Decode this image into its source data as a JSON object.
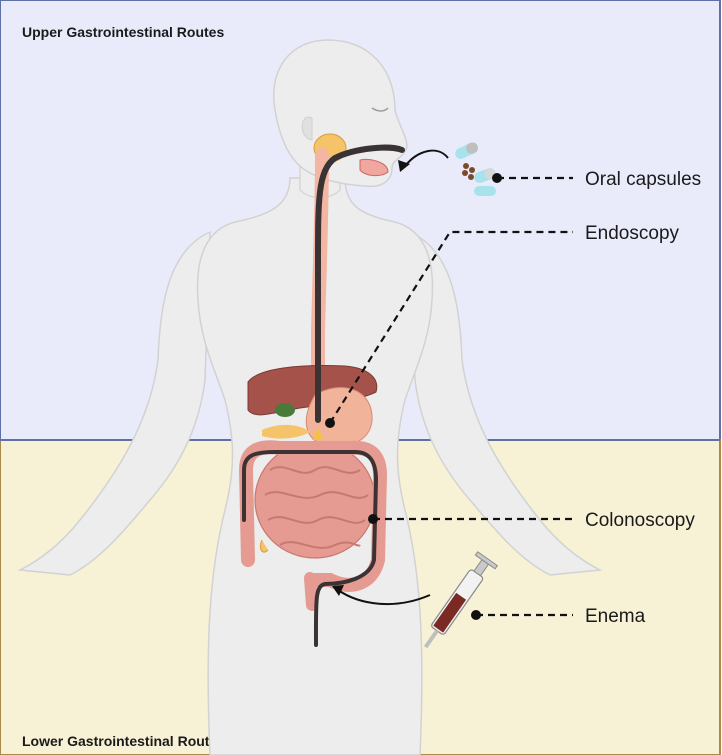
{
  "regions": {
    "upper": {
      "title": "Upper Gastrointestinal Routes",
      "color": "#e9ebfb",
      "border": "#5f6fa8"
    },
    "lower": {
      "title": "Lower Gastrointestinal Routes",
      "color": "#f7f1d6",
      "border": "#a88a4a"
    }
  },
  "routes": [
    {
      "id": "oral",
      "label": "Oral capsules"
    },
    {
      "id": "endoscopy",
      "label": "Endoscopy"
    },
    {
      "id": "colonoscopy",
      "label": "Colonoscopy"
    },
    {
      "id": "enema",
      "label": "Enema"
    }
  ],
  "colors": {
    "skin": "#ededed",
    "skin_outline": "#c9c9c9",
    "tube": "#3b3333",
    "liver": "#a5524a",
    "stomach": "#f2b39b",
    "intestine": "#e59a92",
    "leader": "#111111"
  }
}
